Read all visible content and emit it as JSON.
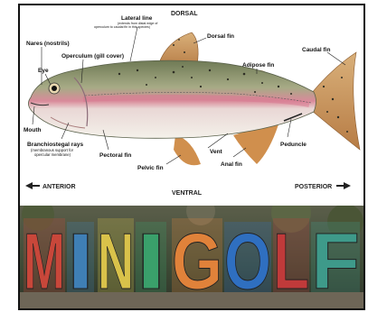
{
  "diagram": {
    "direction_labels": {
      "dorsal": "DORSAL",
      "ventral": "VENTRAL",
      "anterior": "ANTERIOR",
      "posterior": "POSTERIOR"
    },
    "labels": {
      "lateral_line": "Lateral line",
      "lateral_line_note_1": "(extends from distal edge of",
      "lateral_line_note_2": "operculum to caudal fin in this species)",
      "dorsal_fin": "Dorsal fin",
      "caudal_fin": "Caudal fin",
      "nares": "Nares (nostrils)",
      "operculum": "Operculum (gill cover)",
      "eye": "Eye",
      "adipose_fin": "Adipose fin",
      "mouth": "Mouth",
      "branchiostegal": "Branchiostegal rays",
      "branchiostegal_note_1": "(membranous support for",
      "branchiostegal_note_2": "opercular membrane)",
      "pectoral_fin": "Pectoral fin",
      "pelvic_fin": "Pelvic fin",
      "vent": "Vent",
      "anal_fin": "Anal fin",
      "peduncle": "Peduncle"
    }
  },
  "photo": {
    "letters": [
      "M",
      "I",
      "N",
      "I",
      "G",
      "O",
      "L",
      "F"
    ],
    "letter_colors": [
      "#c8473a",
      "#3f7fb5",
      "#d9c24a",
      "#3aa06b",
      "#e0823a",
      "#2f6fc0",
      "#c03a3a",
      "#3e9a8a"
    ]
  }
}
